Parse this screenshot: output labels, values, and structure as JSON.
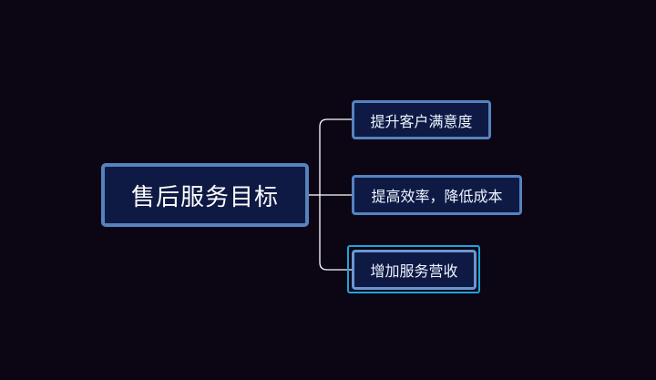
{
  "mindmap": {
    "root": {
      "label": "售后服务目标"
    },
    "children": [
      {
        "label": "提升客户满意度"
      },
      {
        "label": "提高效率，降低成本"
      },
      {
        "label": "增加服务营收",
        "selected": true
      }
    ]
  },
  "colors": {
    "background": "#0b0514",
    "node_fill": "#0e1a44",
    "node_border": "#5583bf",
    "connector": "#ffffff",
    "selection": "#1fa3de"
  }
}
